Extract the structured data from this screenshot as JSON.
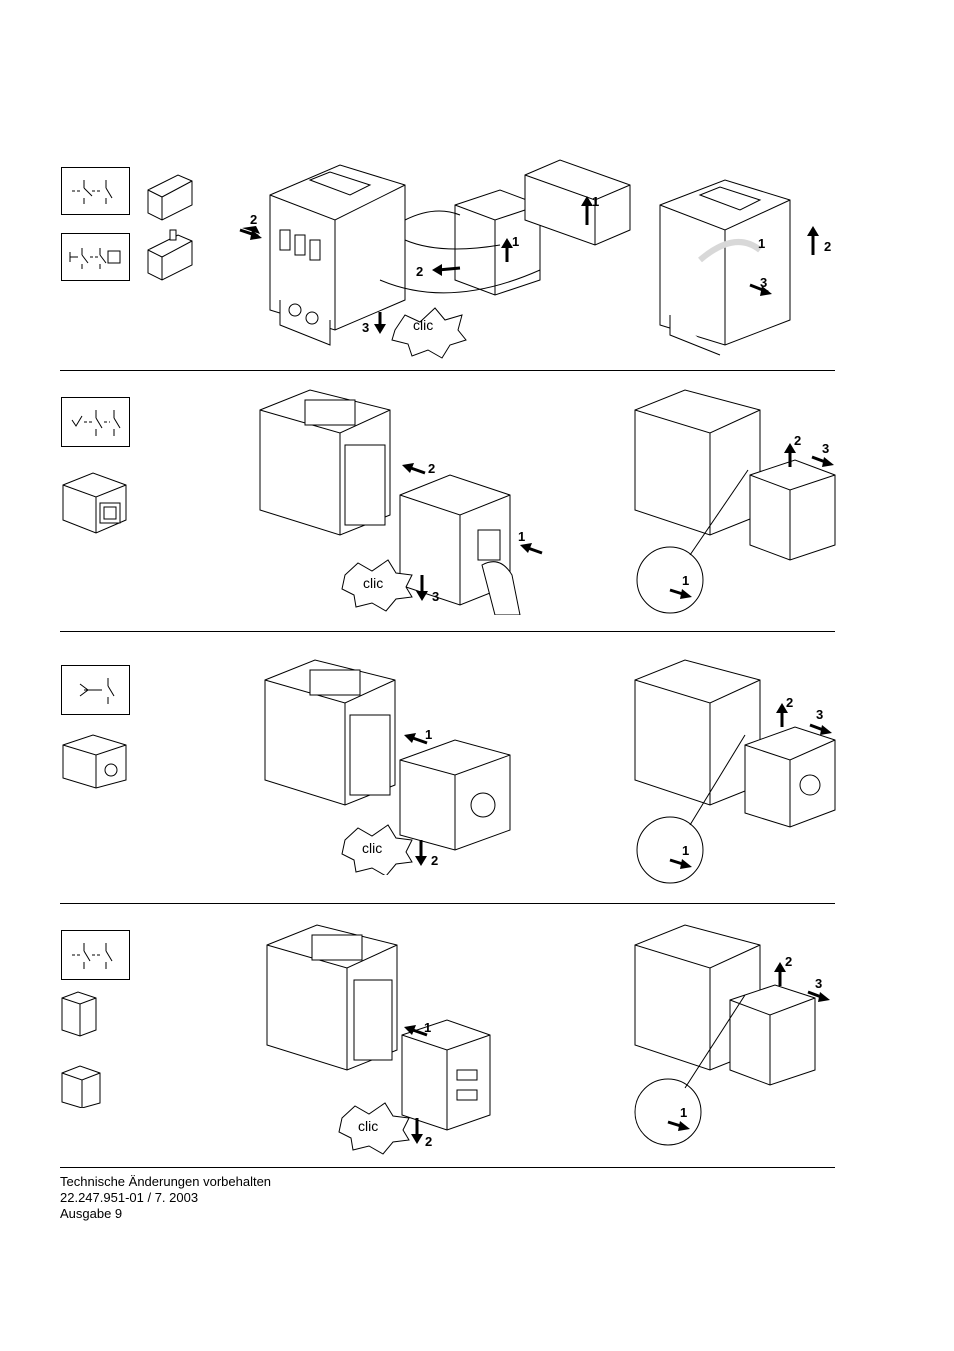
{
  "steps": {
    "s1": "1",
    "s2": "2",
    "s3": "3"
  },
  "clic": "clic",
  "footer": {
    "line1": "Technische Änderungen vorbehalten",
    "line2": "22.247.951-01 / 7. 2003",
    "line3": "Ausgabe 9"
  },
  "colors": {
    "ink": "#000000",
    "paper": "#ffffff",
    "shade": "#d8d8d8"
  }
}
